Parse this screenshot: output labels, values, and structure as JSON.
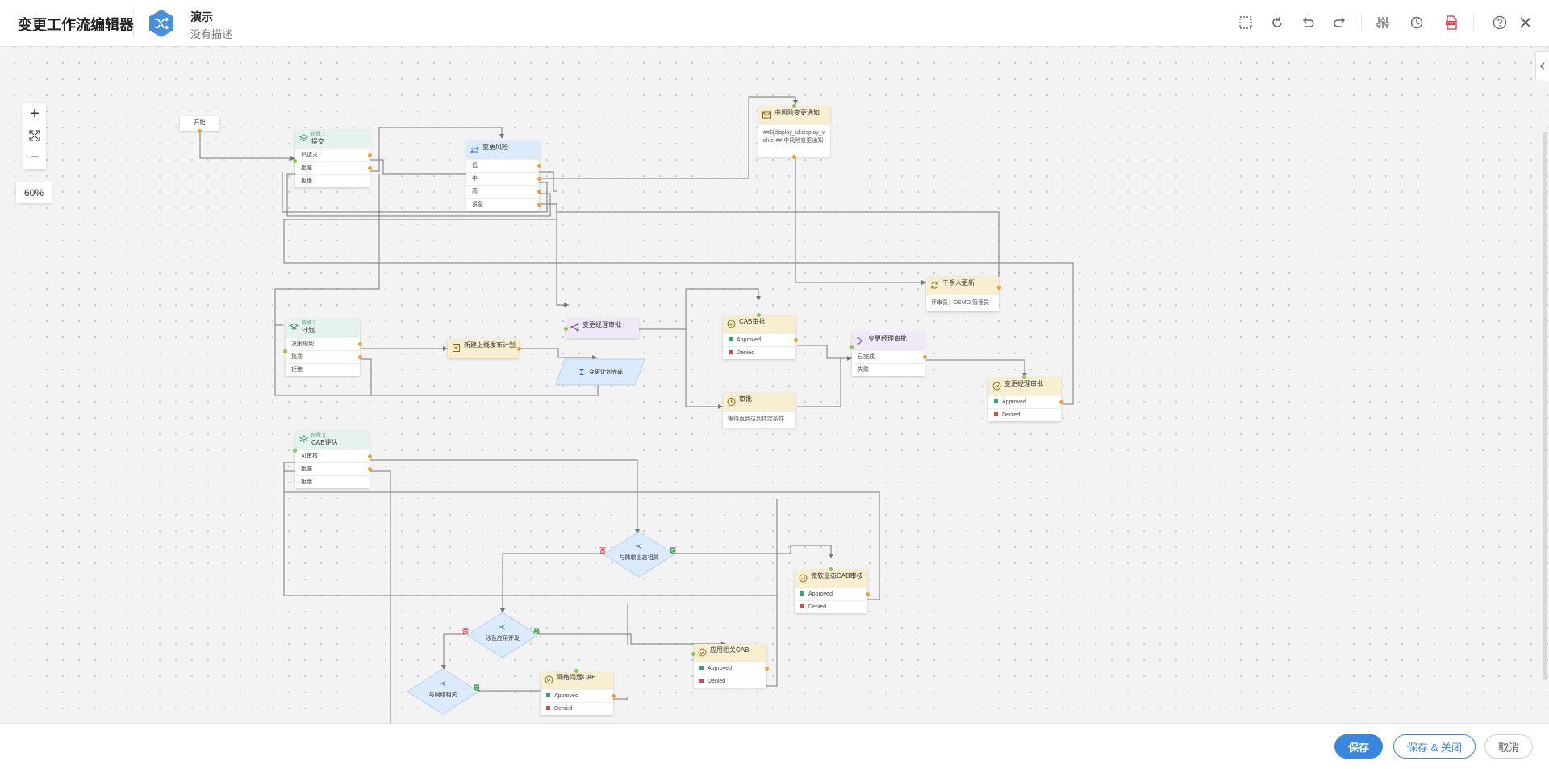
{
  "header": {
    "app_title": "变更工作流编辑器",
    "workflow_name": "演示",
    "workflow_desc": "没有描述",
    "toolbar_icons": [
      "select-icon",
      "refresh-icon",
      "undo-icon",
      "redo-icon",
      "settings-sliders-icon",
      "history-icon",
      "pdf-icon",
      "help-icon",
      "close-icon"
    ]
  },
  "colors": {
    "accent": "#3a86dd",
    "stage": "#e4f3ec",
    "task": "#f8efd0",
    "condition": "#dcebfb",
    "approval": "#efe8f7",
    "approved": "#2caa6e",
    "denied": "#e04545"
  },
  "canvas": {
    "zoom": "60%",
    "zoom_in": "+",
    "zoom_out": "−",
    "nodes": {
      "start": {
        "label": "开始"
      },
      "stage1": {
        "stage": "阶段 1",
        "name": "提交",
        "rows": [
          "已请求",
          "批准",
          "拒绝"
        ]
      },
      "risk": {
        "name": "变更风险",
        "rows": [
          "低",
          "中",
          "高",
          "紧急"
        ]
      },
      "notify": {
        "name": "中风险变更通知",
        "body": "##${display_id.display_value}## 中风险变更通知"
      },
      "stage2": {
        "stage": "阶段 2",
        "name": "计划",
        "rows": [
          "决策规划",
          "批准",
          "拒绝"
        ]
      },
      "newtask": {
        "name": "新建上线发布计划"
      },
      "mgr1": {
        "name": "变更经理审批"
      },
      "timer": {
        "name": "变更计划完成"
      },
      "cab": {
        "name": "CAB审批",
        "rows": [
          "Approved",
          "Denied"
        ]
      },
      "wait": {
        "name": "审批",
        "body": "等待直到达到特定条件"
      },
      "parallel": {
        "name": "变更经理审批",
        "rows": [
          "已完成",
          "失败"
        ]
      },
      "tz": {
        "name": "干系人更新",
        "body": "评审员：DEMO.管理员"
      },
      "mgr2": {
        "name": "变更经理审批",
        "rows": [
          "Approved",
          "Denied"
        ]
      },
      "stage3": {
        "stage": "阶段 3",
        "name": "CAB评估",
        "rows": [
          "可审核",
          "批准",
          "拒绝"
        ]
      },
      "d1": {
        "name": "与微软业态相关",
        "yes": "是",
        "no": "否"
      },
      "d2": {
        "name": "涉及应用开发",
        "yes": "是",
        "no": "否"
      },
      "d3": {
        "name": "与网络相关",
        "yes": "是"
      },
      "wr": {
        "name": "微软业态CAB审核",
        "rows": [
          "Approved",
          "Denied"
        ]
      },
      "app": {
        "name": "应用相关CAB",
        "rows": [
          "Approved",
          "Denied"
        ]
      },
      "net": {
        "name": "网络问题CAB",
        "rows": [
          "Approved",
          "Denied"
        ]
      }
    }
  },
  "footer": {
    "save": "保存",
    "save_close": "保存 & 关闭",
    "cancel": "取消"
  }
}
